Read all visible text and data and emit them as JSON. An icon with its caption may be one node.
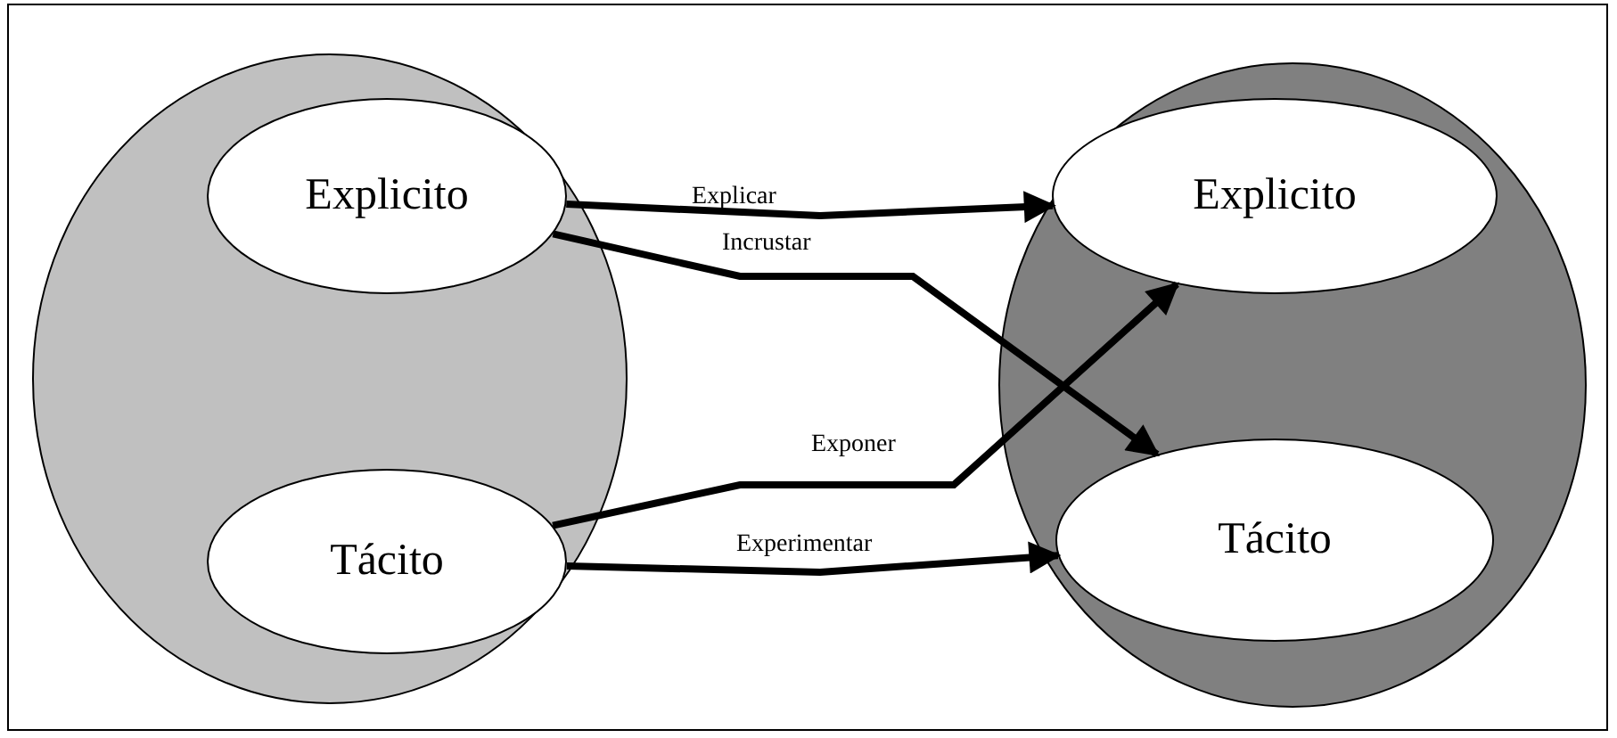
{
  "diagram": {
    "nodes": [
      {
        "text": [],
        "shape": "circle"
      },
      {
        "text": [
          "Explicito"
        ],
        "in": 0
      },
      {
        "text": [
          "Tácito"
        ],
        "in": 0
      },
      {
        "text": [],
        "shape": "circle"
      },
      {
        "text": [
          "Explicito"
        ],
        "in": 3
      },
      {
        "text": [
          "Tácito"
        ],
        "in": 3
      }
    ],
    "edges": [
      {
        "from": 1,
        "to": 4,
        "arrow": "to",
        "label": "Explicar"
      },
      {
        "from": 1,
        "to": 5,
        "arrow": "to",
        "label": "Incrustar"
      },
      {
        "from": 2,
        "to": 4,
        "arrow": "to",
        "label": "Exponer"
      },
      {
        "from": 2,
        "to": 5,
        "arrow": "to",
        "label": "Experimentar"
      }
    ]
  }
}
